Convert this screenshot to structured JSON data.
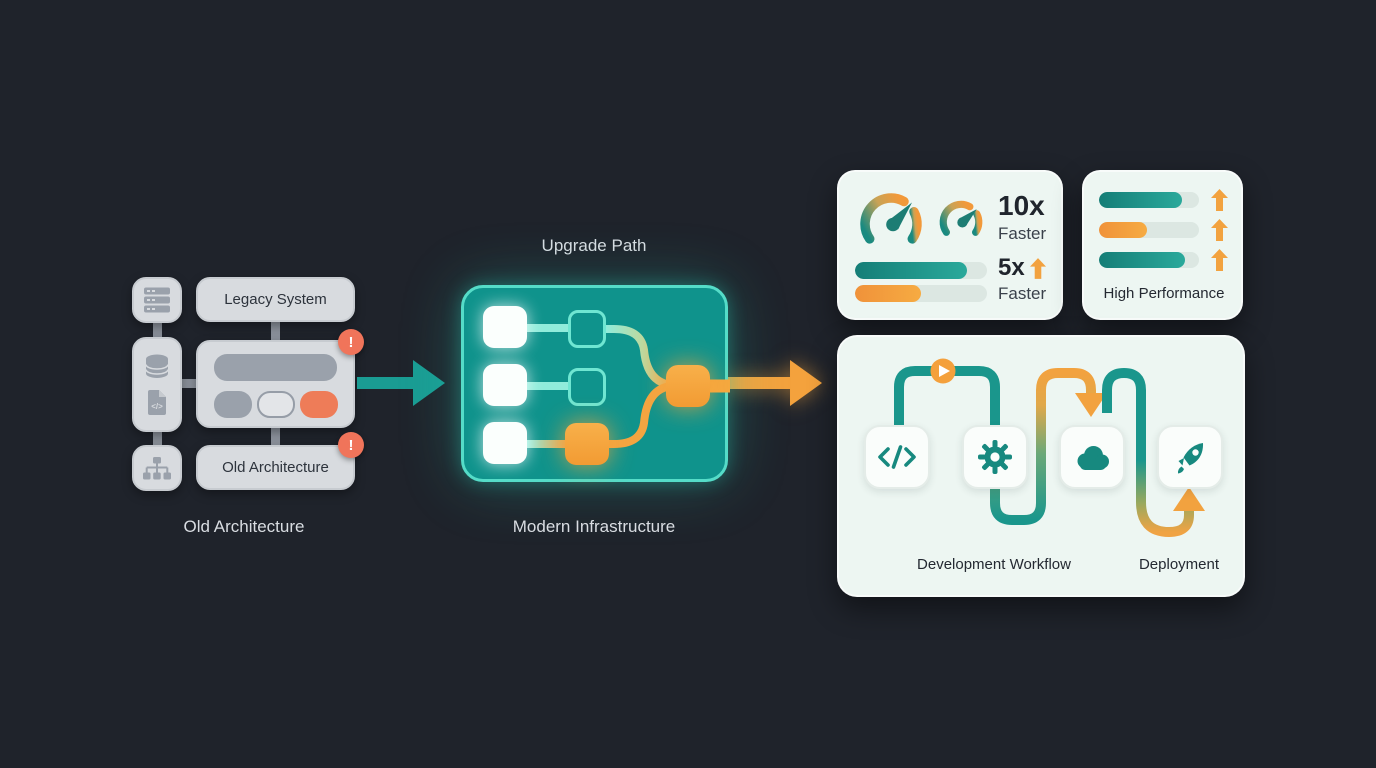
{
  "scene": {
    "old_section": {
      "caption": "Old Architecture",
      "legacy_box_label": "Legacy System",
      "old_box_label": "Old Architecture",
      "warning_symbol": "!",
      "warning_count": 2,
      "icons": [
        "server-icon",
        "database-icon",
        "code-file-icon",
        "sitemap-icon"
      ]
    },
    "upgrade_section": {
      "title": "Upgrade Path",
      "caption": "Modern Infrastructure"
    },
    "performance_card": {
      "icons": [
        "gauge-icon",
        "gauge-icon"
      ],
      "metric1_value": "10x",
      "metric1_label": "Faster",
      "metric2_value": "5x",
      "metric2_label": "Faster",
      "bars": [
        {
          "color": "teal",
          "percent": 85
        },
        {
          "color": "orange",
          "percent": 50
        }
      ]
    },
    "high_performance_card": {
      "label": "High Performance",
      "bars": [
        {
          "color": "teal",
          "percent": 83
        },
        {
          "color": "orange",
          "percent": 48
        },
        {
          "color": "teal",
          "percent": 86
        }
      ]
    },
    "workflow_card": {
      "left_label": "Development Workflow",
      "right_label": "Deployment",
      "steps": [
        "code-icon",
        "gear-icon",
        "cloud-icon",
        "rocket-icon"
      ]
    }
  },
  "colors": {
    "background": "#1f232b",
    "teal": "#1a968c",
    "teal_light": "#55dcc8",
    "orange": "#f2a23f",
    "alert": "#f0745a",
    "card_bg": "#edf6f2",
    "gray_tile": "#d8dbdf",
    "gray_icon": "#9aa1ab"
  }
}
